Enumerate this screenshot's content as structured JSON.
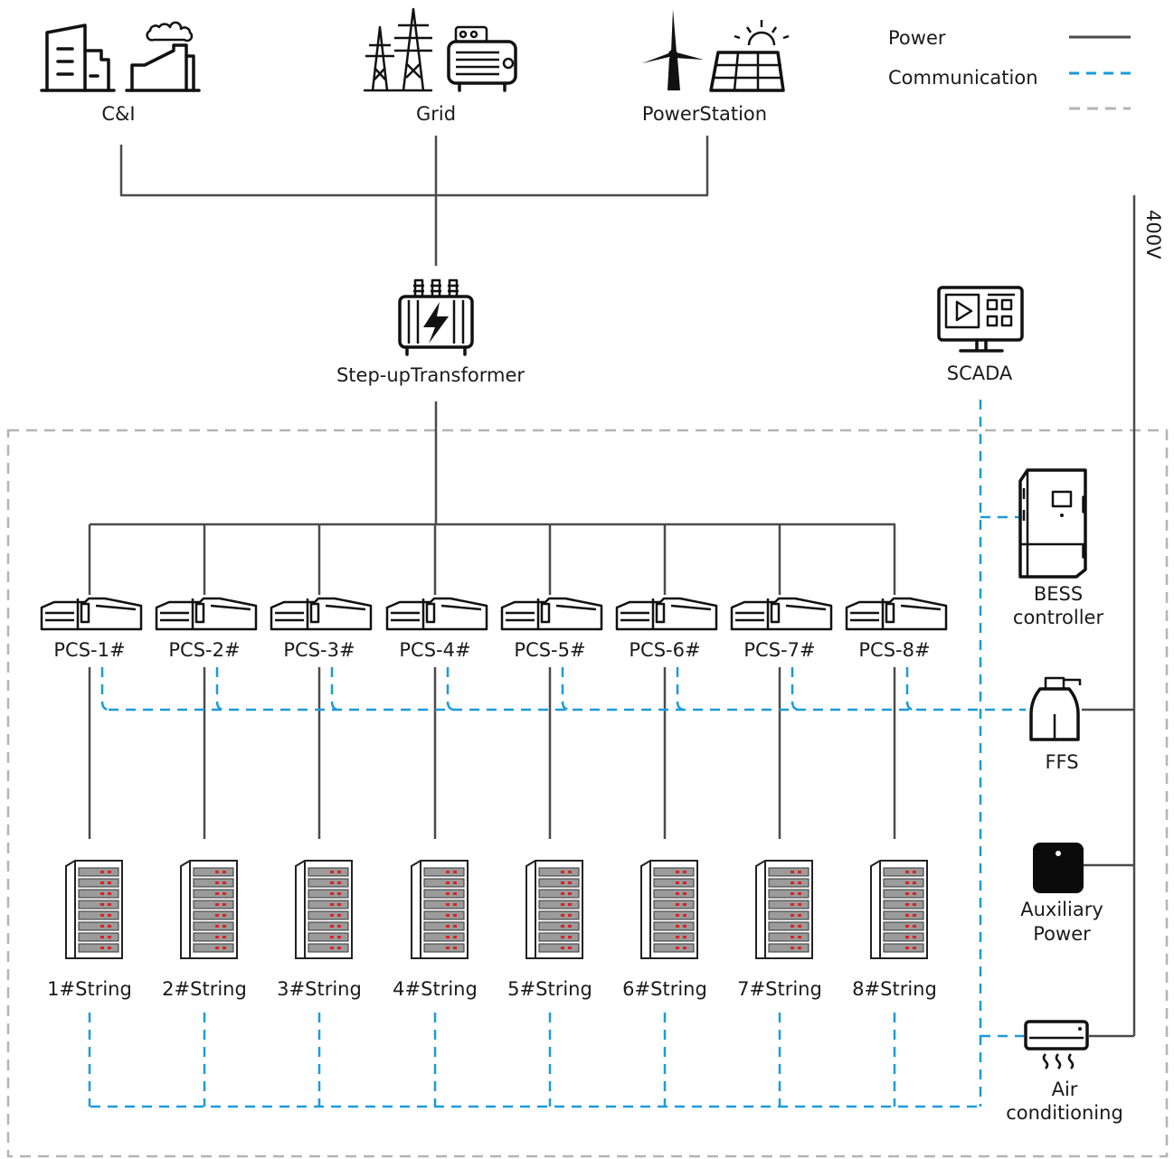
{
  "legend": {
    "power": "Power",
    "communication": "Communication",
    "colors": {
      "power": "#4a4a4a",
      "communication": "#1a9bdb",
      "boundary": "#b4b4b4"
    }
  },
  "top": {
    "ci": "C&I",
    "grid": "Grid",
    "power_station": "PowerStation"
  },
  "transformer": "Step-upTransformer",
  "scada": "SCADA",
  "voltage": "400V",
  "pcs": [
    "PCS-1#",
    "PCS-2#",
    "PCS-3#",
    "PCS-4#",
    "PCS-5#",
    "PCS-6#",
    "PCS-7#",
    "PCS-8#"
  ],
  "strings": [
    "1#String",
    "2#String",
    "3#String",
    "4#String",
    "5#String",
    "6#String",
    "7#String",
    "8#String"
  ],
  "aux_devices": {
    "bess_line1": "BESS",
    "bess_line2": "controller",
    "ffs": "FFS",
    "aux_line1": "Auxiliary",
    "aux_line2": "Power",
    "ac_line1": "Air",
    "ac_line2": "conditioning"
  },
  "icons": {
    "ci": [
      "building-icon",
      "factory-icon"
    ],
    "grid": [
      "transmission-tower-icon",
      "generator-icon"
    ],
    "power_station": [
      "wind-turbine-icon",
      "solar-panel-icon"
    ],
    "transformer": "transformer-icon",
    "scada": "monitor-icon",
    "pcs": "pcs-unit-icon",
    "string": "battery-rack-icon",
    "bess": "cabinet-icon",
    "ffs": "fire-extinguisher-icon",
    "aux": "power-box-icon",
    "ac": "air-conditioner-icon"
  }
}
